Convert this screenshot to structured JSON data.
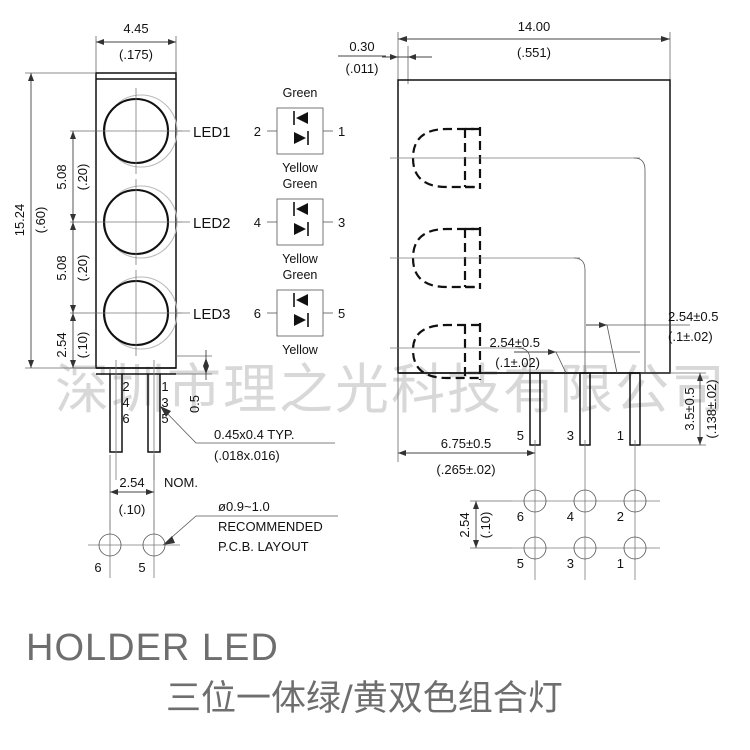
{
  "title": {
    "english": "HOLDER LED",
    "chinese": "三位一体绿/黄双色组合灯"
  },
  "watermark": "深圳市理之光科技有限公司",
  "front_view": {
    "width_dim": {
      "mm": "4.45",
      "inch": "(.175)"
    },
    "total_height_dim": {
      "mm": "15.24",
      "inch": "(.60)"
    },
    "pitch_1_dim": {
      "mm": "5.08",
      "inch": "(.20)"
    },
    "pitch_2_dim": {
      "mm": "5.08",
      "inch": "(.20)"
    },
    "bottom_offset_dim": {
      "mm": "2.54",
      "inch": "(.10)"
    },
    "led_labels": [
      "LED1",
      "LED2",
      "LED3"
    ],
    "lead_left_pins": [
      "2",
      "4",
      "6"
    ],
    "lead_right_pins": [
      "1",
      "3",
      "5"
    ],
    "lead_thickness_dim": "0.5",
    "lead_section_note": {
      "mm": "0.45x0.4  TYP.",
      "inch": "(.018x.016)"
    },
    "pad_pitch_dim": {
      "mm": "2.54",
      "inch": "(.10)",
      "suffix": "NOM."
    },
    "pad_diameter_note": "ø0.9~1.0",
    "pcb_note_line1": "RECOMMENDED",
    "pcb_note_line2": "P.C.B.  LAYOUT",
    "pcb_pads": [
      "6",
      "5"
    ]
  },
  "schematics": [
    {
      "top_label": "Green",
      "bottom_label": "Yellow",
      "left_pin": "2",
      "right_pin": "1"
    },
    {
      "top_label": "Green",
      "bottom_label": "Yellow",
      "left_pin": "4",
      "right_pin": "3"
    },
    {
      "top_label": "Green",
      "bottom_label": "Yellow",
      "left_pin": "6",
      "right_pin": "5"
    }
  ],
  "side_view": {
    "front_wall_dim": {
      "mm": "0.30",
      "inch": "(.011)"
    },
    "depth_dim": {
      "mm": "14.00",
      "inch": "(.551)"
    },
    "lead_pitch_dim_inner": {
      "mm": "2.54±0.5",
      "inch": "(.1±.02)"
    },
    "lead_pitch_dim_outer": {
      "mm": "2.54±0.5",
      "inch": "(.1±.02)"
    },
    "standoff_dim": {
      "mm": "3.5±0.5",
      "inch": "(.138±.02)"
    },
    "lead_offset_dim": {
      "mm": "6.75±0.5",
      "inch": "(.265±.02)"
    },
    "pins": [
      "5",
      "3",
      "1"
    ],
    "pcb_pitch_dim": {
      "mm": "2.54",
      "inch": "(.10)"
    },
    "pcb_pads_top_row": [
      "6",
      "4",
      "2"
    ],
    "pcb_pads_bottom_row": [
      "5",
      "3",
      "1"
    ]
  },
  "colors": {
    "line": "#111111",
    "thin_line": "#555555",
    "center_line": "#7a7a7a",
    "title_text": "#6e6e6e",
    "watermark": "#d8d8d8",
    "background": "#ffffff"
  }
}
